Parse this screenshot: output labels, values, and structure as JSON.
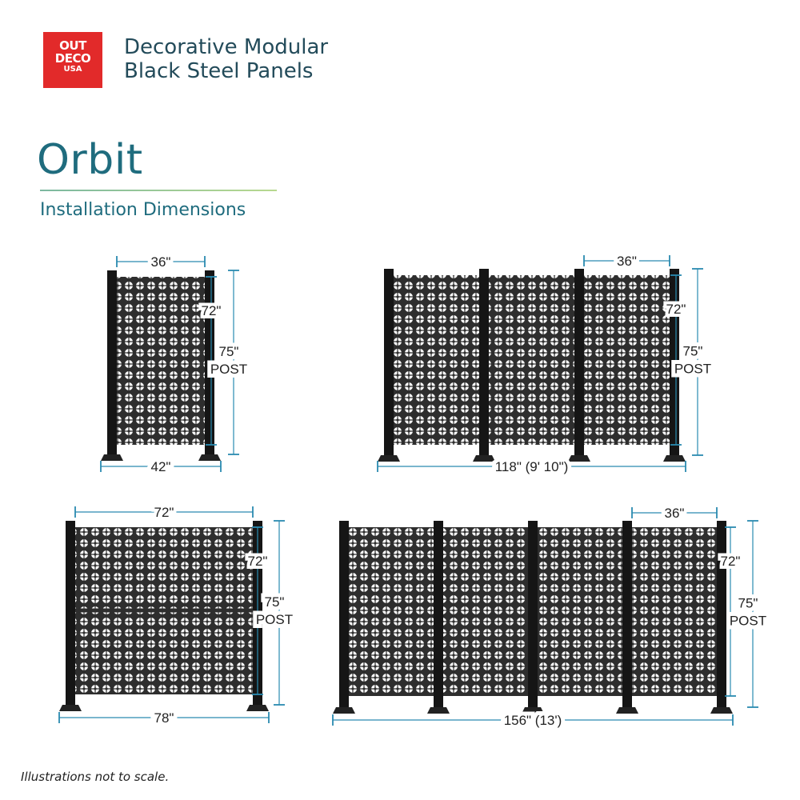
{
  "brand": {
    "logo_line1": "OUT",
    "logo_line2": "DECO",
    "logo_line3": "USA",
    "logo_color": "#e22a2a",
    "title_line1": "Decorative Modular",
    "title_line2": "Black Steel Panels"
  },
  "product_name": "Orbit",
  "section_title": "Installation Dimensions",
  "footnote": "Illustrations not to scale.",
  "colors": {
    "accent": "#1f6c7e",
    "dimension": "#2a8bb0",
    "panel": "#2e2e2e",
    "post": "#151515"
  },
  "configs": [
    {
      "name": "single-panel",
      "panel_count": 1,
      "panel_width": "36\"",
      "panel_height": "72\"",
      "post_height_num": "75\"",
      "post_height_label": "POST",
      "total_width": "42\""
    },
    {
      "name": "three-panel",
      "panel_count": 3,
      "panel_width": "36\"",
      "panel_height": "72\"",
      "post_height_num": "75\"",
      "post_height_label": "POST",
      "total_width": "118\" (9' 10\")"
    },
    {
      "name": "double-height-panel",
      "panel_count": 1,
      "panel_width": "72\"",
      "panel_height": "72\"",
      "post_height_num": "75\"",
      "post_height_label": "POST",
      "total_width": "78\""
    },
    {
      "name": "four-panel",
      "panel_count": 4,
      "panel_width": "36\"",
      "panel_height": "72\"",
      "post_height_num": "75\"",
      "post_height_label": "POST",
      "total_width": "156\" (13')"
    }
  ]
}
